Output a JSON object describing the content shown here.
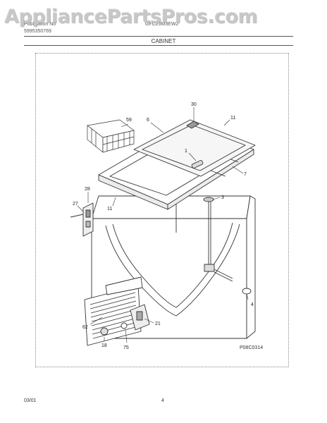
{
  "watermark": "AppliancePartsPros.com",
  "header": {
    "publication_label": "Publication No",
    "publication_number": "5995350769",
    "model": "GFC23M3EW2"
  },
  "section_title": "CABINET",
  "callouts": {
    "c1": "1",
    "c3": "3",
    "c4": "4",
    "c6": "6",
    "c7": "7",
    "c11a": "11",
    "c11b": "11",
    "c18": "18",
    "c21": "21",
    "c27": "27",
    "c28": "28",
    "c30": "30",
    "c59": "59",
    "c62": "62",
    "c75": "75"
  },
  "figure_ref": "P08C0314",
  "footer": {
    "date": "03/01",
    "page": "4"
  }
}
